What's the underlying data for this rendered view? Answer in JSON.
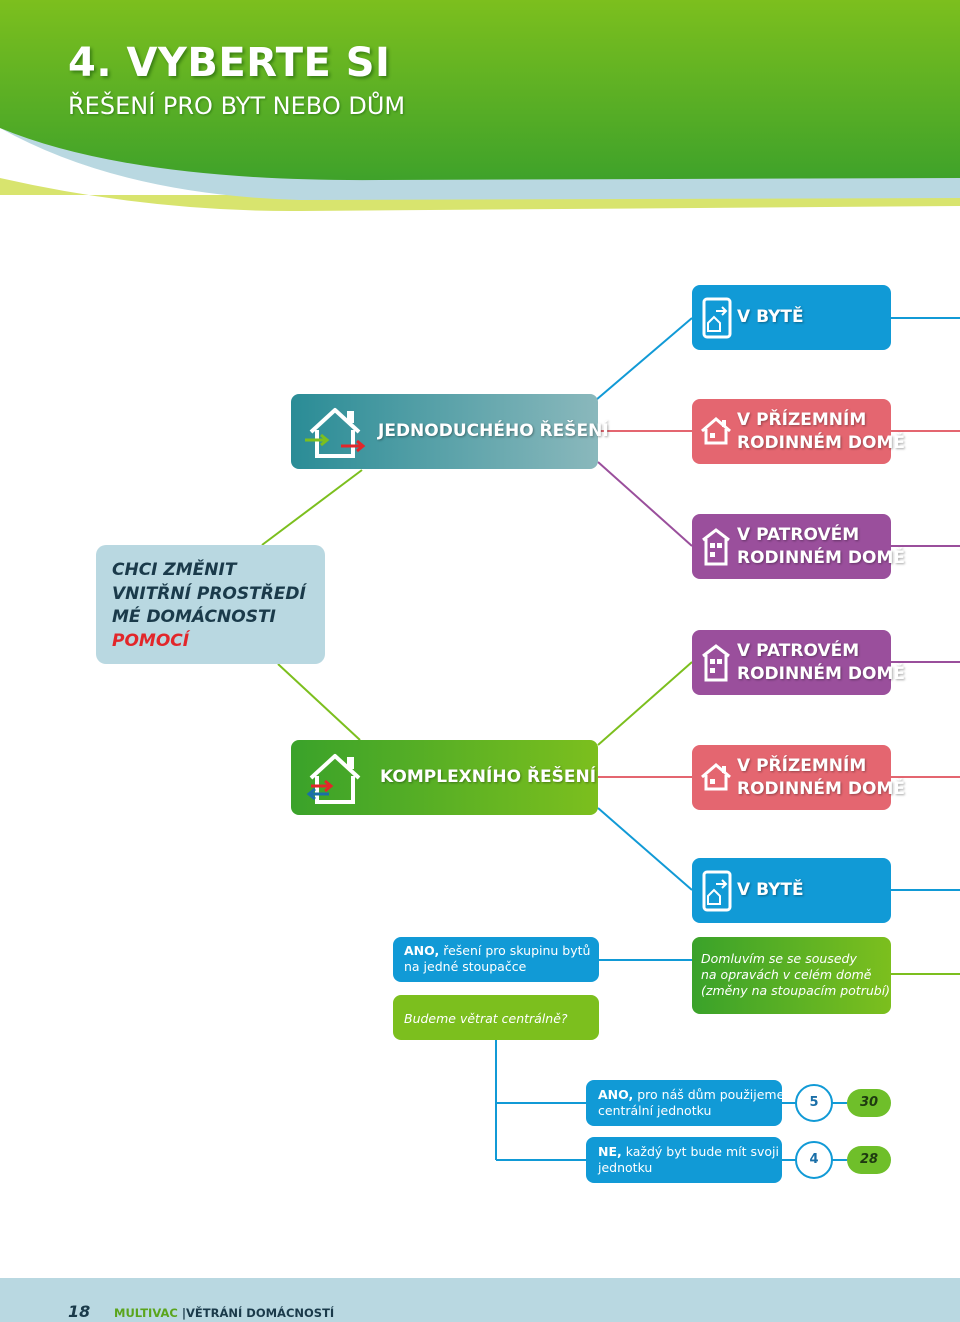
{
  "header": {
    "title": "4. VYBERTE SI",
    "subtitle": "ŘEŠENÍ PRO BYT NEBO DŮM"
  },
  "start": {
    "lines": [
      "CHCI ZMĚNIT",
      "VNITŘNÍ PROSTŘEDÍ",
      "MÉ DOMÁCNOSTI"
    ],
    "accent": "POMOCÍ"
  },
  "solutions": {
    "simple": "JEDNODUCHÉHO ŘEŠENÍ",
    "complex": "KOMPLEXNÍHO ŘEŠENÍ"
  },
  "options": {
    "byt_top": "V BYTĚ",
    "prizemni_top": [
      "V PŘÍZEMNÍM",
      "RODINNÉM DOMĚ"
    ],
    "patrovem_1": [
      "V PATROVÉM",
      "RODINNÉM DOMĚ"
    ],
    "patrovem_2": [
      "V PATROVÉM",
      "RODINNÉM DOMĚ"
    ],
    "prizemni_bottom": [
      "V PŘÍZEMNÍM",
      "RODINNÉM DOMĚ"
    ],
    "byt_bottom": "V BYTĚ"
  },
  "decision": {
    "ano_bold": "ANO,",
    "ano_rest": "řešení pro skupinu bytů",
    "ano_line2": "na jedné stoupačce",
    "question": "Budeme větrat centrálně?",
    "neighbors": [
      "Domluvím se se sousedy",
      "na opravách  v celém domě",
      "(změny na stoupacím potrubí)"
    ]
  },
  "results": [
    {
      "bold": "ANO,",
      "rest": "pro náš dům použijeme",
      "line2": "centrální jednotku",
      "num": "5",
      "page": "30"
    },
    {
      "bold": "NE,",
      "rest": "každý byt bude mít svoji",
      "line2": "jednotku",
      "num": "4",
      "page": "28"
    }
  ],
  "footer": {
    "page": "18",
    "brand": "MULTIVAC",
    "separator": "|",
    "section": "VĚTRÁNÍ DOMÁCNOSTÍ"
  },
  "colors": {
    "green": "#7cbf1e",
    "blue": "#119ad6",
    "red": "#e46670",
    "purple": "#9a4f9c",
    "teal": "#2a8c96",
    "light_blue": "#b9d8e1"
  },
  "icons": [
    "house-arrows-icon",
    "flat-icon",
    "house-icon",
    "multistorey-house-icon"
  ]
}
